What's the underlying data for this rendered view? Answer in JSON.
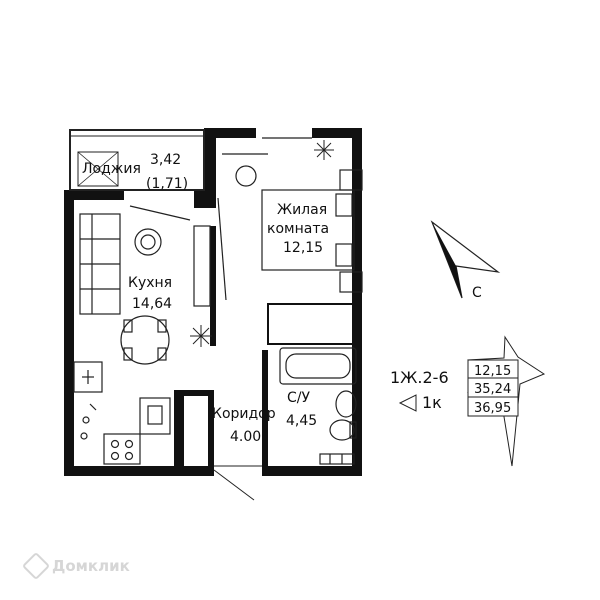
{
  "rooms": {
    "loggia": {
      "name": "Лоджия",
      "area": "3,42",
      "reduced_area": "(1,71)"
    },
    "kitchen": {
      "name": "Кухня",
      "area": "14,64"
    },
    "living": {
      "name_line1": "Жилая",
      "name_line2": "комната",
      "area": "12,15"
    },
    "corridor": {
      "name": "Коридор",
      "area": "4.00"
    },
    "bathroom": {
      "name": "С/У",
      "area": "4,45"
    }
  },
  "compass": {
    "north_label": "С"
  },
  "apartment_info": {
    "code": "1Ж.2-6",
    "type": "1к",
    "living_area": "12,15",
    "total_area": "35,24",
    "total_with_loggia": "36,95"
  },
  "watermark": {
    "text": "Домклик"
  },
  "colors": {
    "wall": "#111111",
    "line": "#222222",
    "watermark": "#d6d6d6"
  }
}
